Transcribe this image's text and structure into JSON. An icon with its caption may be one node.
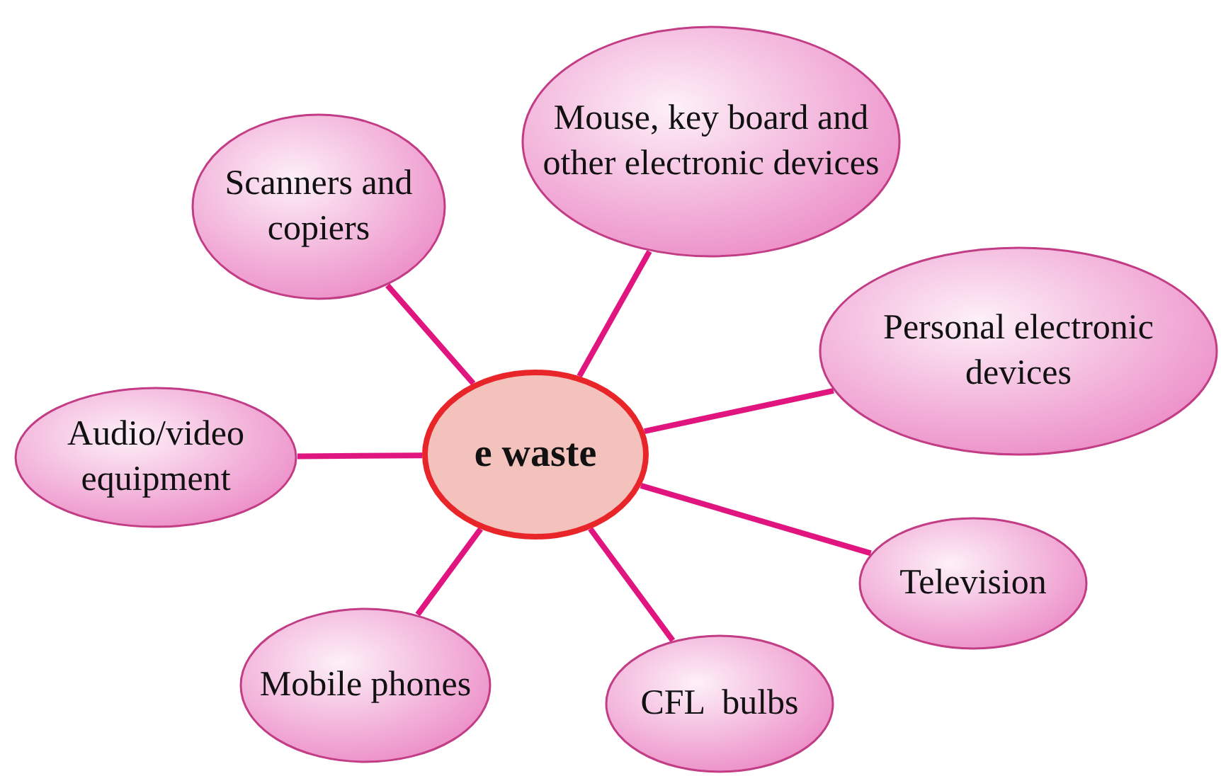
{
  "diagram": {
    "nodes": [
      {
        "text": [
          "e waste"
        ]
      },
      {
        "text": [
          "Scanners and copiers"
        ]
      },
      {
        "text": [
          "Mouse, key board and other electronic devices"
        ]
      },
      {
        "text": [
          "Personal electronic devices"
        ]
      },
      {
        "text": [
          "Audio/video equipment"
        ]
      },
      {
        "text": [
          "Television"
        ]
      },
      {
        "text": [
          "Mobile phones"
        ]
      },
      {
        "text": [
          "CFL  bulbs"
        ]
      }
    ],
    "edges": [
      {
        "from": 0,
        "to": 1,
        "arrow": "none"
      },
      {
        "from": 0,
        "to": 2,
        "arrow": "none"
      },
      {
        "from": 0,
        "to": 3,
        "arrow": "none"
      },
      {
        "from": 0,
        "to": 4,
        "arrow": "none"
      },
      {
        "from": 0,
        "to": 5,
        "arrow": "none"
      },
      {
        "from": 0,
        "to": 6,
        "arrow": "none"
      },
      {
        "from": 0,
        "to": 7,
        "arrow": "none"
      }
    ]
  }
}
